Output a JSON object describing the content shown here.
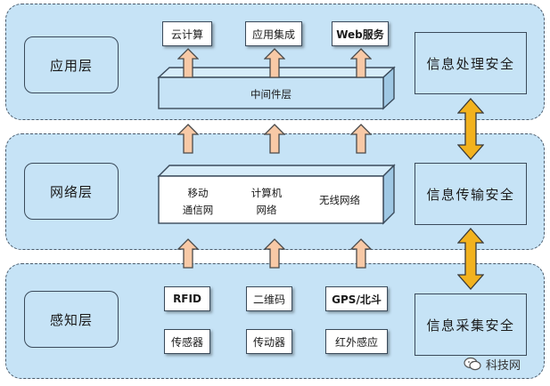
{
  "layers": {
    "application": {
      "name": "应用层",
      "security": "信息处理安全",
      "nodes": [
        "云计算",
        "应用集成",
        "Web服务"
      ],
      "platform": "中间件层"
    },
    "network": {
      "name": "网络层",
      "security": "信息传输安全",
      "platform_items": [
        {
          "line1": "移动",
          "line2": "通信网"
        },
        {
          "line1": "计算机",
          "line2": "网络"
        },
        {
          "line1": "无线网络",
          "line2": ""
        }
      ]
    },
    "perception": {
      "name": "感知层",
      "security": "信息采集安全",
      "nodes_top": [
        "RFID",
        "二维码",
        "GPS/北斗"
      ],
      "nodes_bottom": [
        "传感器",
        "传动器",
        "红外感应"
      ]
    }
  },
  "watermark": {
    "text": "科技网",
    "icon": "wechat-icon"
  },
  "colors": {
    "layer_fill": "#c6e3f6",
    "up_arrow_fill": "#f8c9a6",
    "double_arrow_fill": "#f2b21e"
  }
}
